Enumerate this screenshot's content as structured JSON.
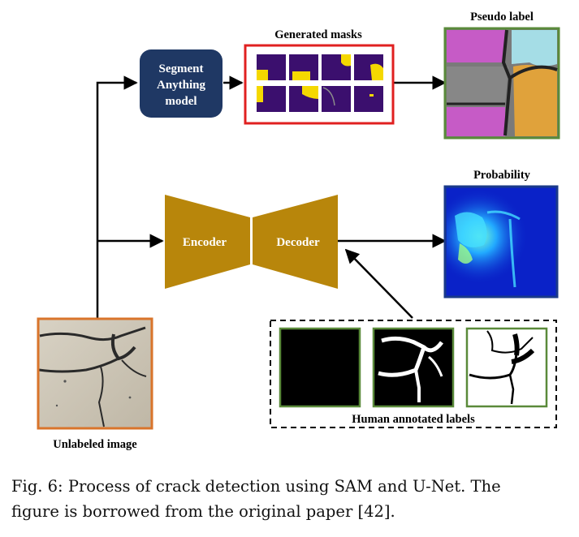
{
  "figure": {
    "sam_box": {
      "line1": "Segment",
      "line2": "Anything",
      "line3": "model"
    },
    "generated_masks_label": "Generated masks",
    "pseudo_label_label": "Pseudo label",
    "probability_label": "Probability",
    "encoder_label": "Encoder",
    "decoder_label": "Decoder",
    "human_labels_label": "Human annotated labels",
    "unlabeled_image_label": "Unlabeled image",
    "colors": {
      "sam_box": "#1f3864",
      "unet": "#b8860b",
      "masks_border": "#e02020",
      "image_border_orange": "#d9742b",
      "image_border_green": "#5a8a3a",
      "probability_border": "#1a3a8a",
      "mask_bg": "#3b0f6e",
      "mask_fg": "#f5d800"
    }
  },
  "caption": {
    "line1": "Fig. 6: Process of crack detection using SAM and U-Net. The",
    "line2": "figure is borrowed from the original paper [42]."
  }
}
